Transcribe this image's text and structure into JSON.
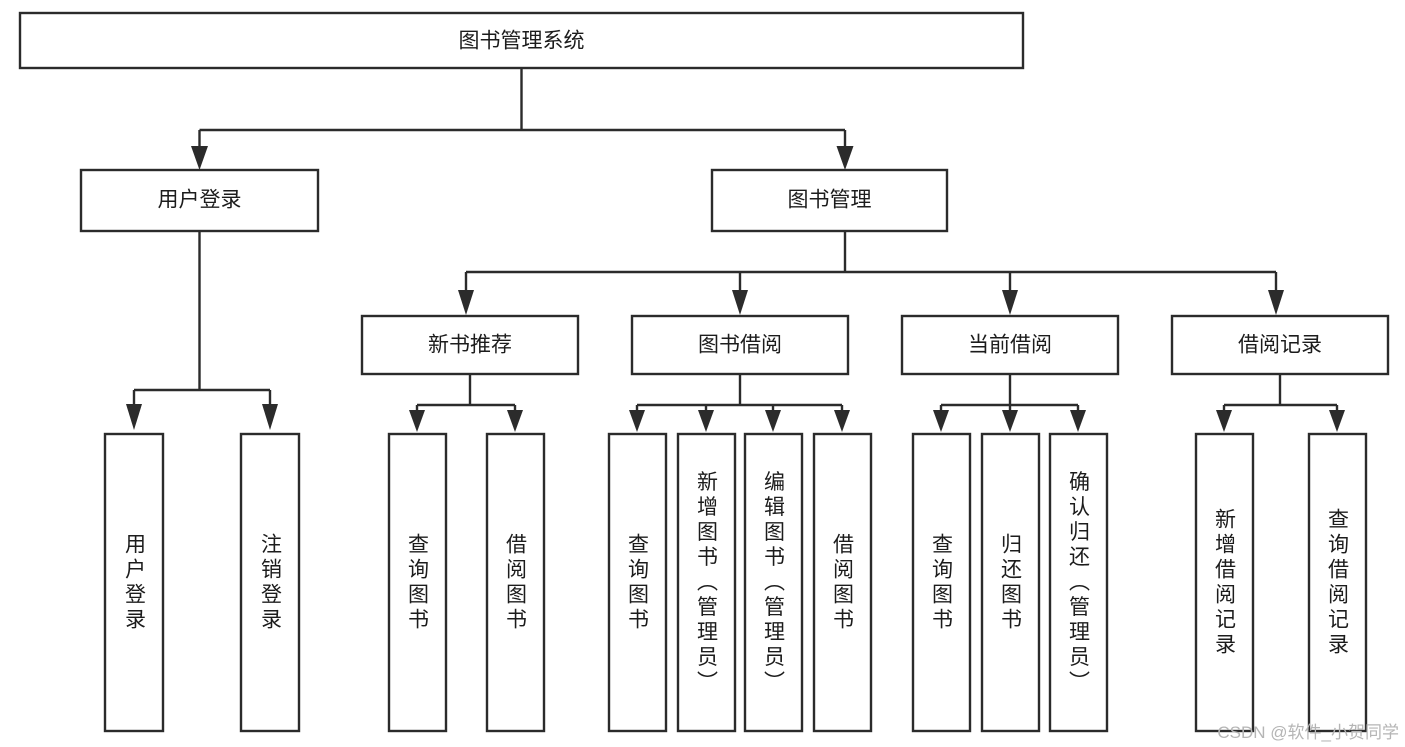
{
  "diagram": {
    "type": "tree-hierarchy",
    "title": "图书管理系统",
    "orientation": "top-down",
    "colors": {
      "box_fill": "#ffffff",
      "box_stroke": "#2b2b2b",
      "text": "#1c1c1c",
      "background": "#ffffff",
      "watermark": "#b5b5b5"
    },
    "root": {
      "label": "图书管理系统"
    },
    "level2": [
      {
        "label": "用户登录"
      },
      {
        "label": "图书管理"
      }
    ],
    "level3": [
      {
        "label": "新书推荐"
      },
      {
        "label": "图书借阅"
      },
      {
        "label": "当前借阅"
      },
      {
        "label": "借阅记录"
      }
    ],
    "leaves": {
      "user_login": [
        {
          "label": "用户登录"
        },
        {
          "label": "注销登录"
        }
      ],
      "new_book_recommend": [
        {
          "label": "查询图书"
        },
        {
          "label": "借阅图书"
        }
      ],
      "book_borrow": [
        {
          "label": "查询图书"
        },
        {
          "label": "新增图书（管理员）"
        },
        {
          "label": "编辑图书（管理员）"
        },
        {
          "label": "借阅图书"
        }
      ],
      "current_borrow": [
        {
          "label": "查询图书"
        },
        {
          "label": "归还图书"
        },
        {
          "label": "确认归还（管理员）"
        }
      ],
      "borrow_records": [
        {
          "label": "新增借阅记录"
        },
        {
          "label": "查询借阅记录"
        }
      ]
    }
  },
  "watermark": {
    "text": "CSDN @软件_小贺同学"
  }
}
